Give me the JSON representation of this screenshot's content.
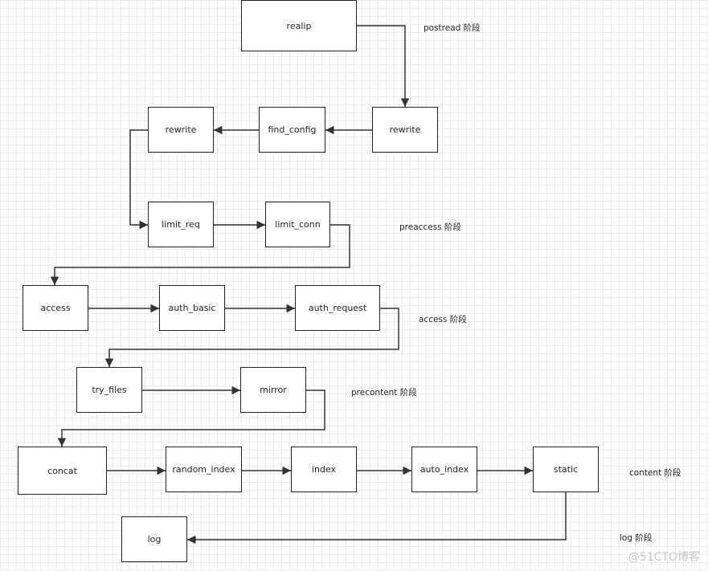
{
  "nodes": {
    "realip": "realip",
    "rewrite_post": "rewrite",
    "find_config": "find_config",
    "rewrite": "rewrite",
    "limit_req": "limit_req",
    "limit_conn": "limit_conn",
    "access": "access",
    "auth_basic": "auth_basic",
    "auth_request": "auth_request",
    "try_files": "try_files",
    "mirror": "mirror",
    "concat": "concat",
    "random_index": "random_index",
    "index": "index",
    "auto_index": "auto_index",
    "static": "static",
    "log": "log"
  },
  "phases": {
    "postread": "postread 阶段",
    "preaccess": "preaccess 阶段",
    "access": "access 阶段",
    "precontent": "precontent 阶段",
    "content": "content 阶段",
    "log": "log 阶段"
  },
  "connections": [
    [
      "realip",
      "rewrite_post"
    ],
    [
      "rewrite_post",
      "find_config"
    ],
    [
      "find_config",
      "rewrite"
    ],
    [
      "rewrite",
      "limit_req"
    ],
    [
      "limit_req",
      "limit_conn"
    ],
    [
      "limit_conn",
      "access"
    ],
    [
      "access",
      "auth_basic"
    ],
    [
      "auth_basic",
      "auth_request"
    ],
    [
      "auth_request",
      "try_files"
    ],
    [
      "try_files",
      "mirror"
    ],
    [
      "mirror",
      "concat"
    ],
    [
      "concat",
      "random_index"
    ],
    [
      "random_index",
      "index"
    ],
    [
      "index",
      "auto_index"
    ],
    [
      "auto_index",
      "static"
    ],
    [
      "static",
      "log"
    ]
  ],
  "colors": {
    "line": "#333333",
    "border": "#222222",
    "grid": "#ececec"
  },
  "watermark": "@51CTO博客"
}
